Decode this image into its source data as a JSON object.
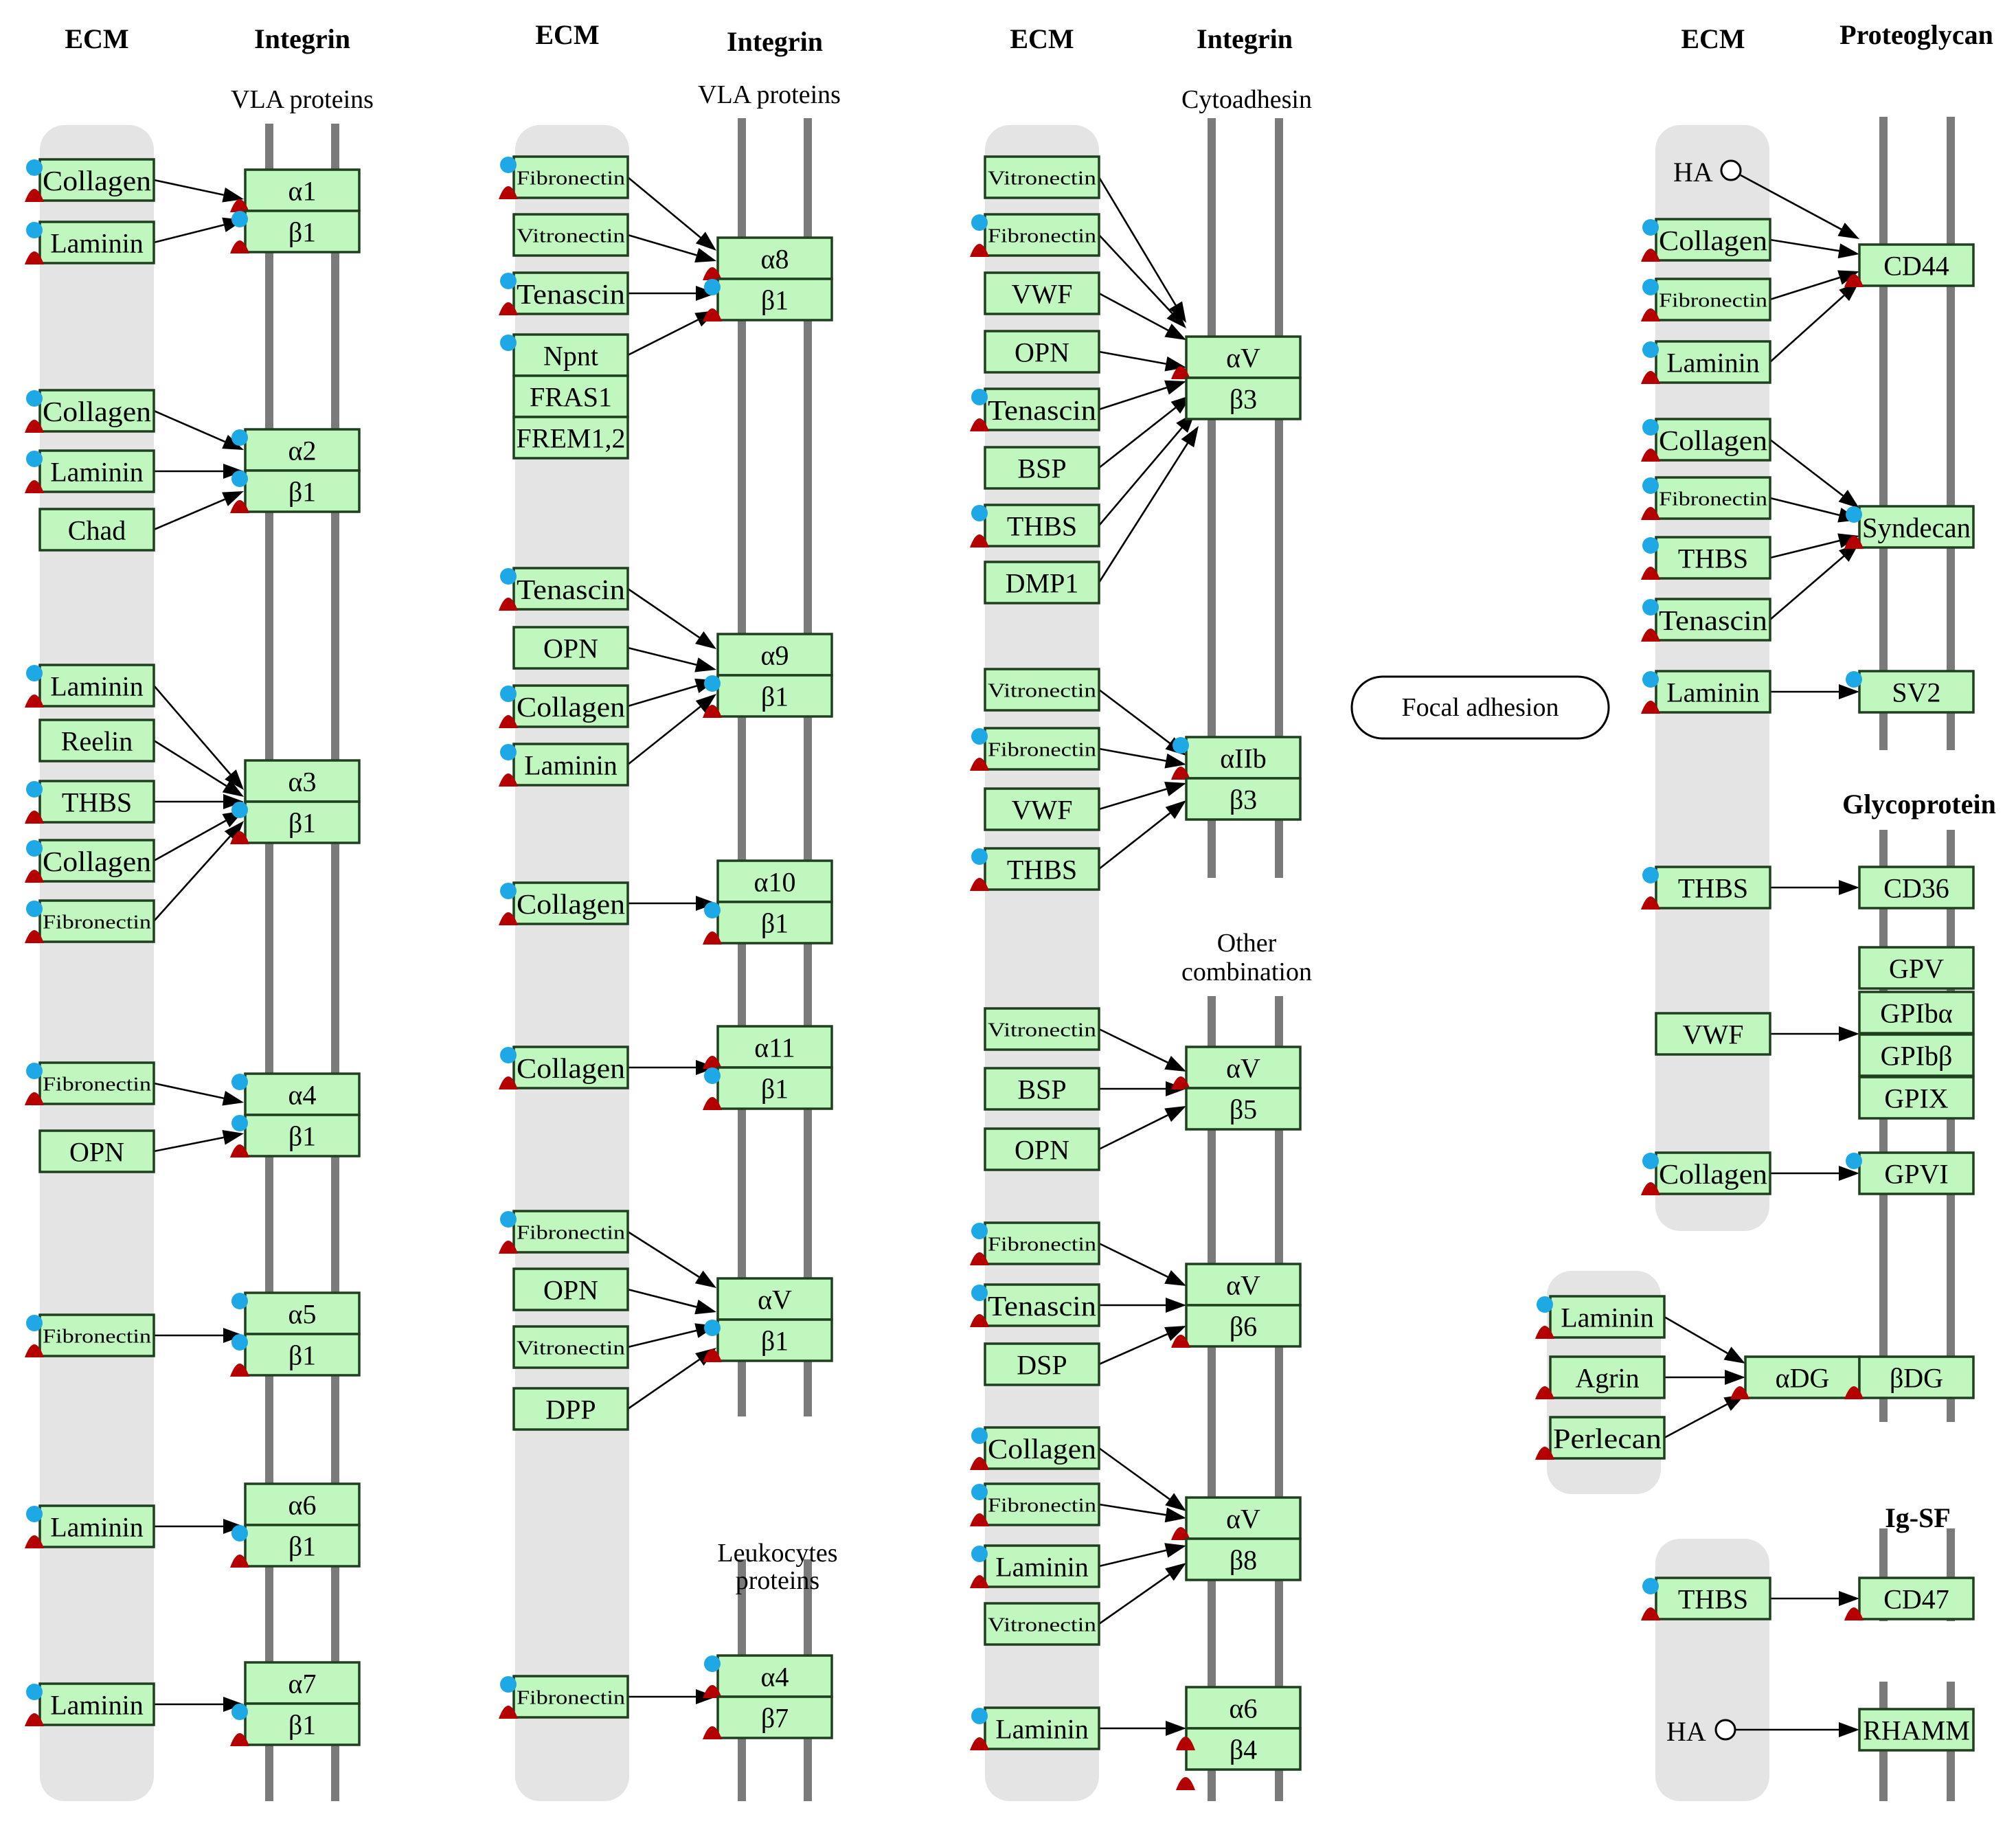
{
  "headers": {
    "col1_ecm": "ECM",
    "col1_integrin": "Integrin",
    "col1_group": "VLA proteins",
    "col2_ecm": "ECM",
    "col2_integrin": "Integrin",
    "col2_group": "VLA proteins",
    "col2_leuk": "Leukocytes proteins",
    "col3_ecm": "ECM",
    "col3_integrin": "Integrin",
    "col3_group": "Cytoadhesin",
    "col3_other": "Other combination",
    "col4_ecm": "ECM",
    "col4_proteoglycan": "Proteoglycan",
    "col4_glyco": "Glycoprotein",
    "col4_igsf": "Ig-SF"
  },
  "focal_adhesion": "Focal adhesion",
  "colors": {
    "node_fill": "#bff7bf",
    "node_border": "#1f3f1f",
    "membrane": "#7a7a7a",
    "ecm_band": "#e4e4e4",
    "blue_marker": "#1fa8e6",
    "red_marker": "#b40000"
  },
  "nodes": {
    "c1_collagen_a": "Collagen",
    "c1_laminin_a": "Laminin",
    "c1_a1": "α1",
    "c1_b1_a": "β1",
    "c1_collagen_b": "Collagen",
    "c1_laminin_b": "Laminin",
    "c1_chad": "Chad",
    "c1_a2": "α2",
    "c1_b1_b": "β1",
    "c1_laminin_c": "Laminin",
    "c1_reelin": "Reelin",
    "c1_thbs": "THBS",
    "c1_collagen_c": "Collagen",
    "c1_fibronectin_c": "Fibronectin",
    "c1_a3": "α3",
    "c1_b1_c": "β1",
    "c1_fibronectin_d": "Fibronectin",
    "c1_opn": "OPN",
    "c1_a4": "α4",
    "c1_b1_d": "β1",
    "c1_fibronectin_e": "Fibronectin",
    "c1_a5": "α5",
    "c1_b1_e": "β1",
    "c1_laminin_f": "Laminin",
    "c1_a6": "α6",
    "c1_b1_f": "β1",
    "c1_laminin_g": "Laminin",
    "c1_a7": "α7",
    "c1_b1_g": "β1",
    "c2_fibronectin_a": "Fibronectin",
    "c2_vitronectin_a": "Vitronectin",
    "c2_tenascin_a": "Tenascin",
    "c2_npnt": "Npnt",
    "c2_fras1": "FRAS1",
    "c2_freml2": "FREM1,2",
    "c2_a8": "α8",
    "c2_b1_a": "β1",
    "c2_tenascin_b": "Tenascin",
    "c2_opn_b": "OPN",
    "c2_collagen_b": "Collagen",
    "c2_laminin_b": "Laminin",
    "c2_a9": "α9",
    "c2_b1_b": "β1",
    "c2_collagen_c": "Collagen",
    "c2_a10": "α10",
    "c2_b1_c": "β1",
    "c2_collagen_d": "Collagen",
    "c2_a11": "α11",
    "c2_b1_d": "β1",
    "c2_fibronectin_e": "Fibronectin",
    "c2_opn_e": "OPN",
    "c2_vitronectin_e": "Vitronectin",
    "c2_dpp": "DPP",
    "c2_av": "αV",
    "c2_b1_e": "β1",
    "c2_fibronectin_f": "Fibronectin",
    "c2_a4": "α4",
    "c2_b7": "β7",
    "c3_vitronectin_a": "Vitronectin",
    "c3_fibronectin_a": "Fibronectin",
    "c3_vwf_a": "VWF",
    "c3_opn_a": "OPN",
    "c3_tenascin_a": "Tenascin",
    "c3_bsp_a": "BSP",
    "c3_thbs_a": "THBS",
    "c3_dmp1": "DMP1",
    "c3_av_a": "αV",
    "c3_b3_a": "β3",
    "c3_vitronectin_b": "Vitronectin",
    "c3_fibronectin_b": "Fibronectin",
    "c3_vwf_b": "VWF",
    "c3_thbs_b": "THBS",
    "c3_a2b": "αIIb",
    "c3_b3_b": "β3",
    "c3_vitronectin_c": "Vitronectin",
    "c3_bsp_c": "BSP",
    "c3_opn_c": "OPN",
    "c3_av_c": "αV",
    "c3_b5": "β5",
    "c3_fibronectin_d": "Fibronectin",
    "c3_tenascin_d": "Tenascin",
    "c3_dsp": "DSP",
    "c3_av_d": "αV",
    "c3_b6": "β6",
    "c3_collagen_e": "Collagen",
    "c3_fibronectin_e": "Fibronectin",
    "c3_laminin_e": "Laminin",
    "c3_vitronectin_e": "Vitronectin",
    "c3_av_e": "αV",
    "c3_b8": "β8",
    "c3_laminin_f": "Laminin",
    "c3_a6": "α6",
    "c3_b4": "β4",
    "c4_ha_a": "HA",
    "c4_collagen_a": "Collagen",
    "c4_fibronectin_a": "Fibronectin",
    "c4_laminin_a": "Laminin",
    "c4_cd44": "CD44",
    "c4_collagen_b": "Collagen",
    "c4_fibronectin_b": "Fibronectin",
    "c4_thbs_b": "THBS",
    "c4_tenascin_b": "Tenascin",
    "c4_syndecan": "Syndecan",
    "c4_laminin_c": "Laminin",
    "c4_sv2": "SV2",
    "c4_thbs_d": "THBS",
    "c4_cd36": "CD36",
    "c4_vwf": "VWF",
    "c4_gpv": "GPV",
    "c4_gp1ba": "GPIbα",
    "c4_gp1bb": "GPIbβ",
    "c4_gpix": "GPIX",
    "c4_collagen_e": "Collagen",
    "c4_gpvi": "GPVI",
    "c4_laminin_f": "Laminin",
    "c4_agrin": "Agrin",
    "c4_perlecan": "Perlecan",
    "c4_adg": "αDG",
    "c4_bdg": "βDG",
    "c4_thbs_g": "THBS",
    "c4_cd47": "CD47",
    "c4_ha_h": "HA",
    "c4_rhamm": "RHAMM"
  }
}
